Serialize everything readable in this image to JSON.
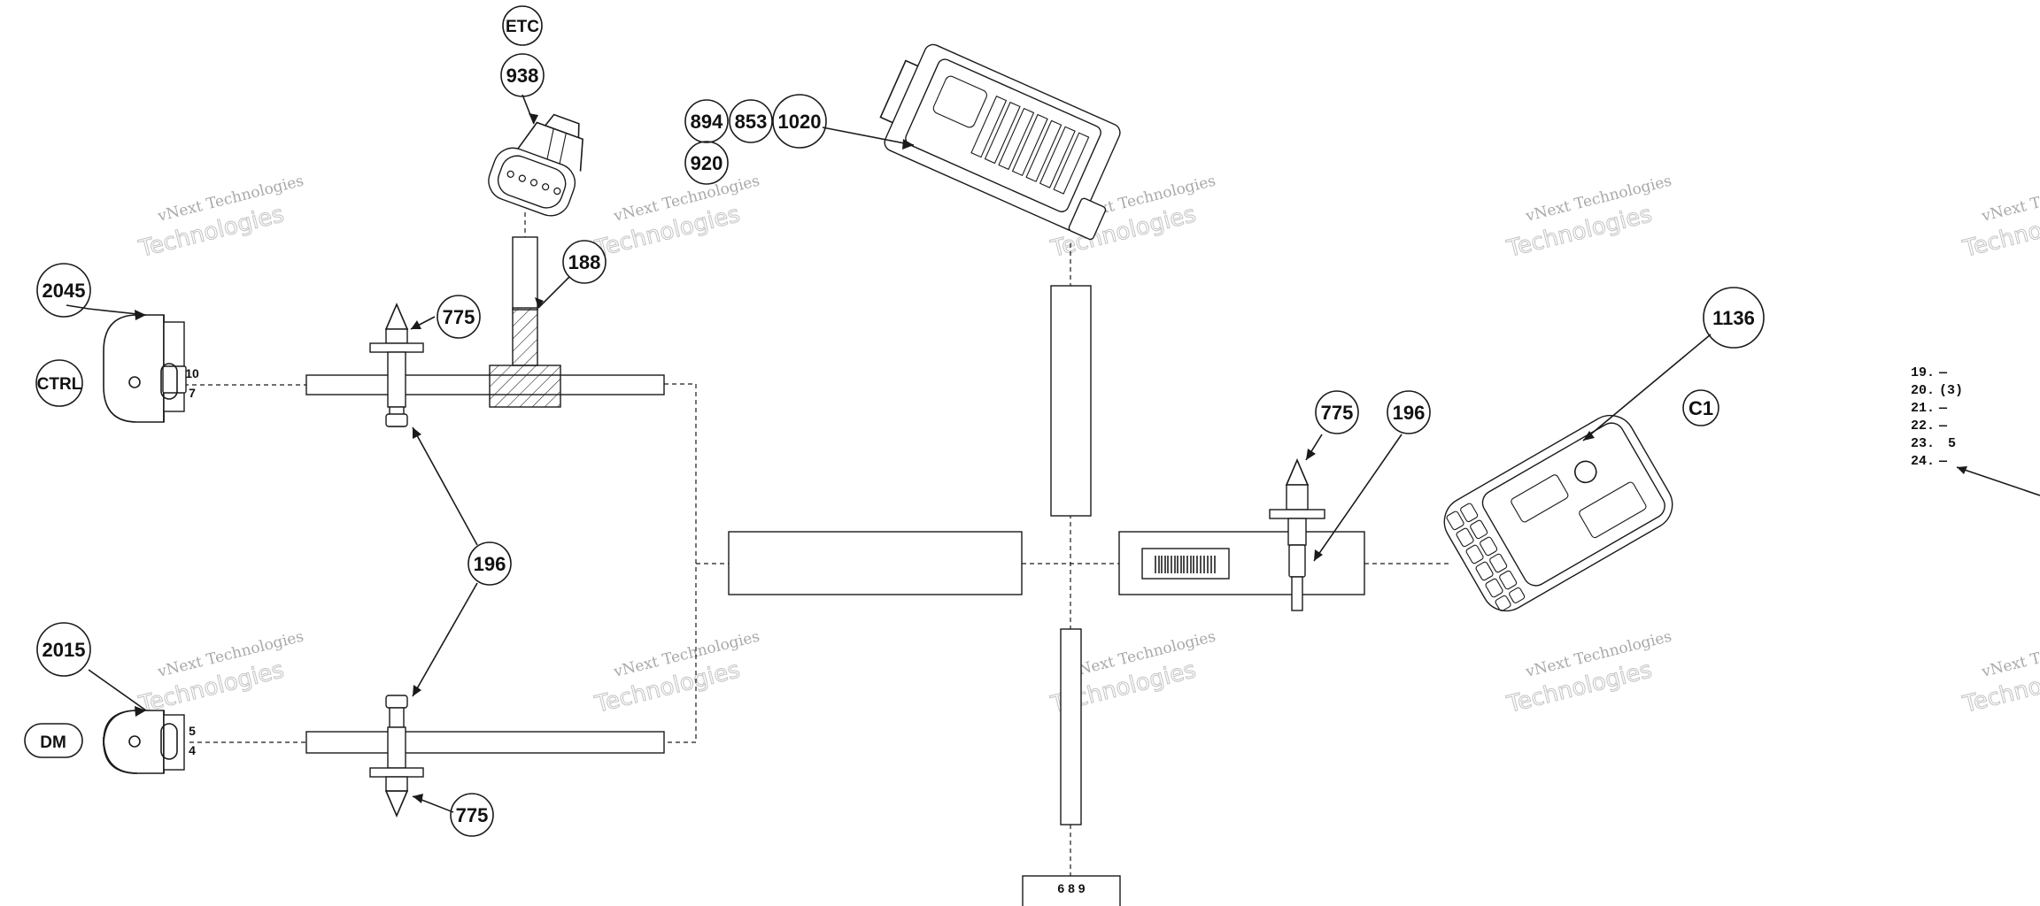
{
  "callouts": {
    "etc": "ETC",
    "p938": "938",
    "p188": "188",
    "p894": "894",
    "p853": "853",
    "p1020": "1020",
    "p920": "920",
    "p2045": "2045",
    "ctrl": "CTRL",
    "p775_top": "775",
    "p196_mid": "196",
    "p2015": "2015",
    "dm": "DM",
    "p775_bottom": "775",
    "p1136": "1136",
    "c1": "C1",
    "p775_right": "775",
    "p196_right": "196"
  },
  "connector_pins": {
    "ctrl_top": "10",
    "ctrl_bottom": "7",
    "dm_top": "5",
    "dm_bottom": "4"
  },
  "bottom_connector_label": "6 8 9",
  "pin_list": [
    {
      "num": "19.",
      "val": "—"
    },
    {
      "num": "20.",
      "val": "(3)"
    },
    {
      "num": "21.",
      "val": "—"
    },
    {
      "num": "22.",
      "val": "—"
    },
    {
      "num": "23.",
      "val": "5"
    },
    {
      "num": "24.",
      "val": "—"
    }
  ],
  "watermark": {
    "line1": "vNext Technologies",
    "line2": "Technologies"
  }
}
